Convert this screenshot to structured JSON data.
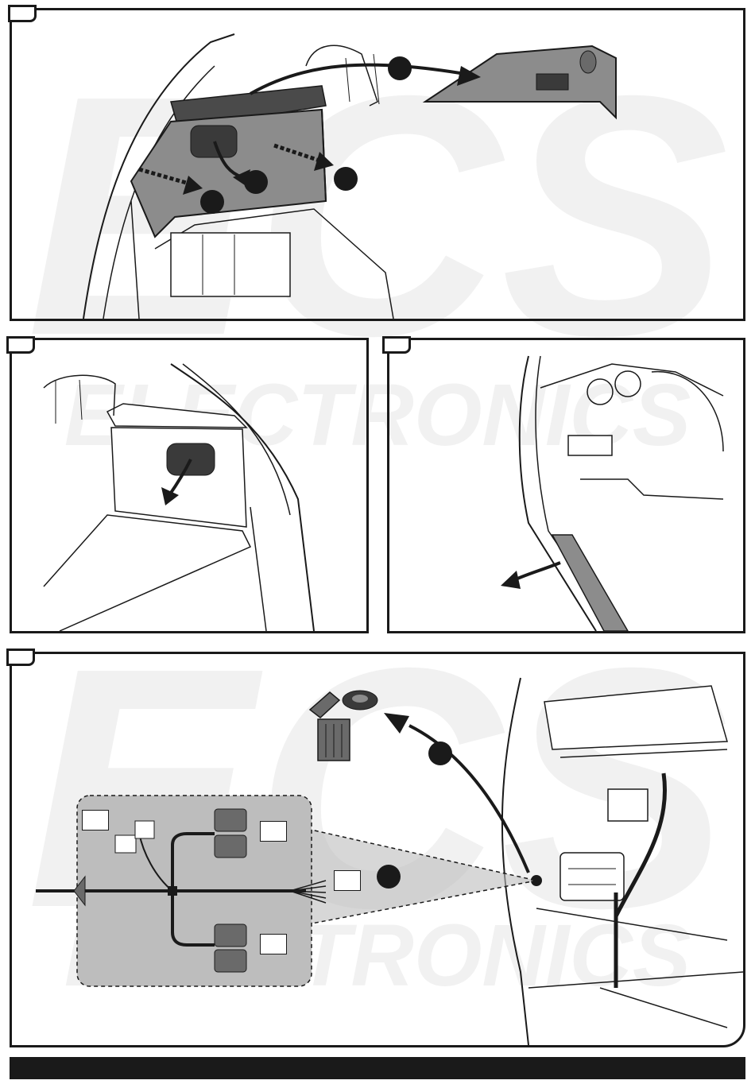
{
  "figures": [
    {
      "id": "fig1",
      "tab": ""
    },
    {
      "id": "fig2",
      "tab": ""
    },
    {
      "id": "fig3",
      "tab": ""
    },
    {
      "id": "fig4",
      "tab": ""
    }
  ],
  "steps": [
    "",
    "",
    "",
    "",
    "",
    ""
  ],
  "callouts": [
    "",
    "",
    "",
    ""
  ],
  "watermark": {
    "logo_text": "ECS",
    "brand_text": "ELECTRONICS"
  },
  "colors": {
    "line": "#1a1a1a",
    "panel_gray": "#8c8c8c",
    "dark_gray": "#4a4a4a",
    "highlight_gray": "#bdbdbd",
    "watermark": "#f1f1f1"
  },
  "icons": [
    "trash-bin-icon",
    "rubber-grommet-icon",
    "arrow-icon"
  ]
}
